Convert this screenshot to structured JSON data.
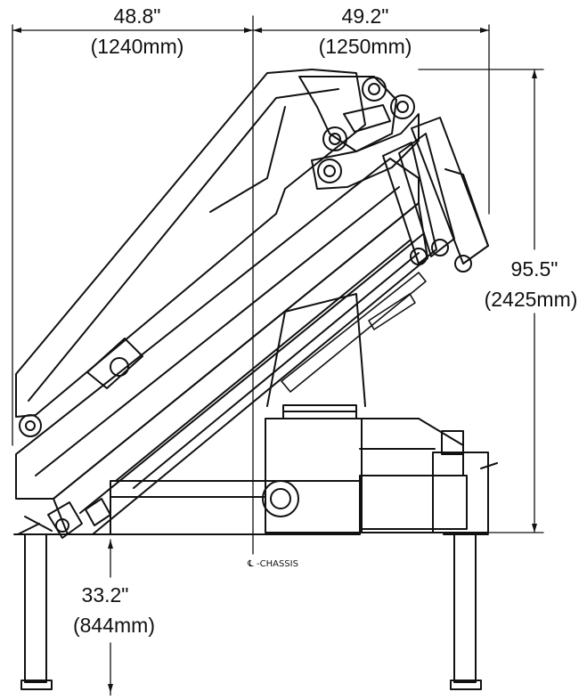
{
  "dimensions": {
    "width_left": {
      "imperial": "48.8\"",
      "metric": "(1240mm)"
    },
    "width_right": {
      "imperial": "49.2\"",
      "metric": "(1250mm)"
    },
    "height": {
      "imperial": "95.5\"",
      "metric": "(2425mm)"
    },
    "ground_clearance": {
      "imperial": "33.2\"",
      "metric": "(844mm)"
    }
  },
  "centerline": {
    "symbol": "℄",
    "label": "-CHASSIS"
  },
  "colors": {
    "ink": "#111111",
    "paper": "#ffffff"
  }
}
